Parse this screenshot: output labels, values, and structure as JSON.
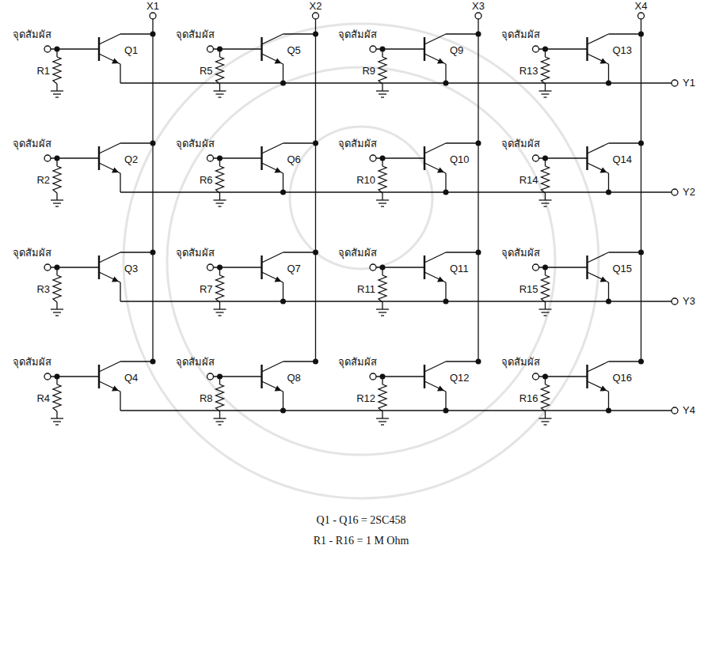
{
  "diagram": {
    "labels": [
      "X1",
      "X2",
      "X3",
      "X4",
      "จุดสัมผัส",
      "Q1",
      "R1",
      "จุดสัมผัส",
      "Q2",
      "R2",
      "จุดสัมผัส",
      "Q3",
      "R3",
      "จุดสัมผัส",
      "Q4",
      "R4",
      "จุดสัมผัส",
      "Q5",
      "R5",
      "จุดสัมผัส",
      "Q6",
      "R6",
      "จุดสัมผัส",
      "Q7",
      "R7",
      "จุดสัมผัส",
      "Q8",
      "R8",
      "จุดสัมผัส",
      "Q9",
      "R9",
      "จุดสัมผัส",
      "Q10",
      "R10",
      "จุดสัมผัส",
      "Q11",
      "R11",
      "จุดสัมผัส",
      "Q12",
      "R12",
      "จุดสัมผัส",
      "Q13",
      "R13",
      "จุดสัมผัส",
      "Q14",
      "R14",
      "จุดสัมผัส",
      "Q15",
      "R15",
      "จุดสัมผัส",
      "Q16",
      "R16",
      "Y1",
      "Y2",
      "Y3",
      "Y4",
      "Q1 - Q16 = 2SC458",
      "R1 - R16 = 1 M Ohm"
    ]
  }
}
